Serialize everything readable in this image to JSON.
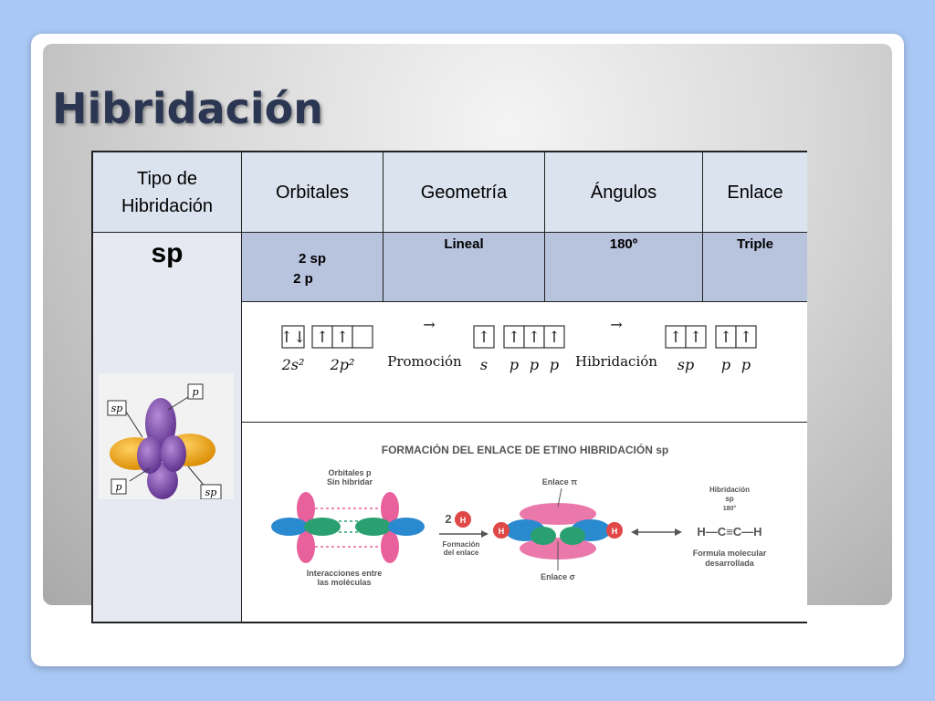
{
  "slide": {
    "title": "Hibridación"
  },
  "table": {
    "headers": {
      "tipo_line1": "Tipo de",
      "tipo_line2": "Hibridación",
      "orbitales": "Orbitales",
      "geometria": "Geometría",
      "angulos": "Ángulos",
      "enlace": "Enlace"
    },
    "row": {
      "tipo": "sp",
      "orbitales_line1": "2 sp",
      "orbitales_line2": "2  p",
      "geometria": "Lineal",
      "angulos": "180º",
      "enlace": "Triple"
    }
  },
  "orbital_diagram": {
    "label_sp": "sp",
    "label_p": "p"
  },
  "box_diagram": {
    "group1_labels": [
      "2s²",
      "2p²"
    ],
    "arrow": "→",
    "step1": "Promoción",
    "group2_labels": [
      "s",
      "p",
      "p",
      "p"
    ],
    "step2": "Hibridación",
    "group3_labels": [
      "sp",
      "p",
      "p"
    ],
    "up": "↑",
    "updown": "↑↓"
  },
  "ethyne_diagram": {
    "title": "FORMACIÓN DEL ENLACE DE ETINO HIBRIDACIÓN sp",
    "orbitales_p_line1": "Orbitales p",
    "orbitales_p_line2": "Sin hibridar",
    "interacciones_line1": "Interacciones entre",
    "interacciones_line2": "las moléculas",
    "reagent": "2",
    "h_symbol": "H",
    "formacion_line1": "Formación",
    "formacion_line2": "del enlace",
    "enlace_pi": "Enlace π",
    "enlace_sigma": "Enlace σ",
    "hib_line1": "Hibridación",
    "hib_line2": "sp",
    "hib_angle": "180°",
    "formula": "H—C≡C—H",
    "formula_line1": "Formula molecular",
    "formula_line2": "desarrollada"
  },
  "colors": {
    "title": "#2b3652",
    "header_fill": "#dbe3ef",
    "data_fill": "#b8c3dd",
    "lobe_purple": "#7a4ea8",
    "lobe_orange": "#f0a018",
    "lobe_pink": "#e0609a",
    "lobe_blue": "#2a8ad0",
    "lobe_green": "#2aa070"
  }
}
